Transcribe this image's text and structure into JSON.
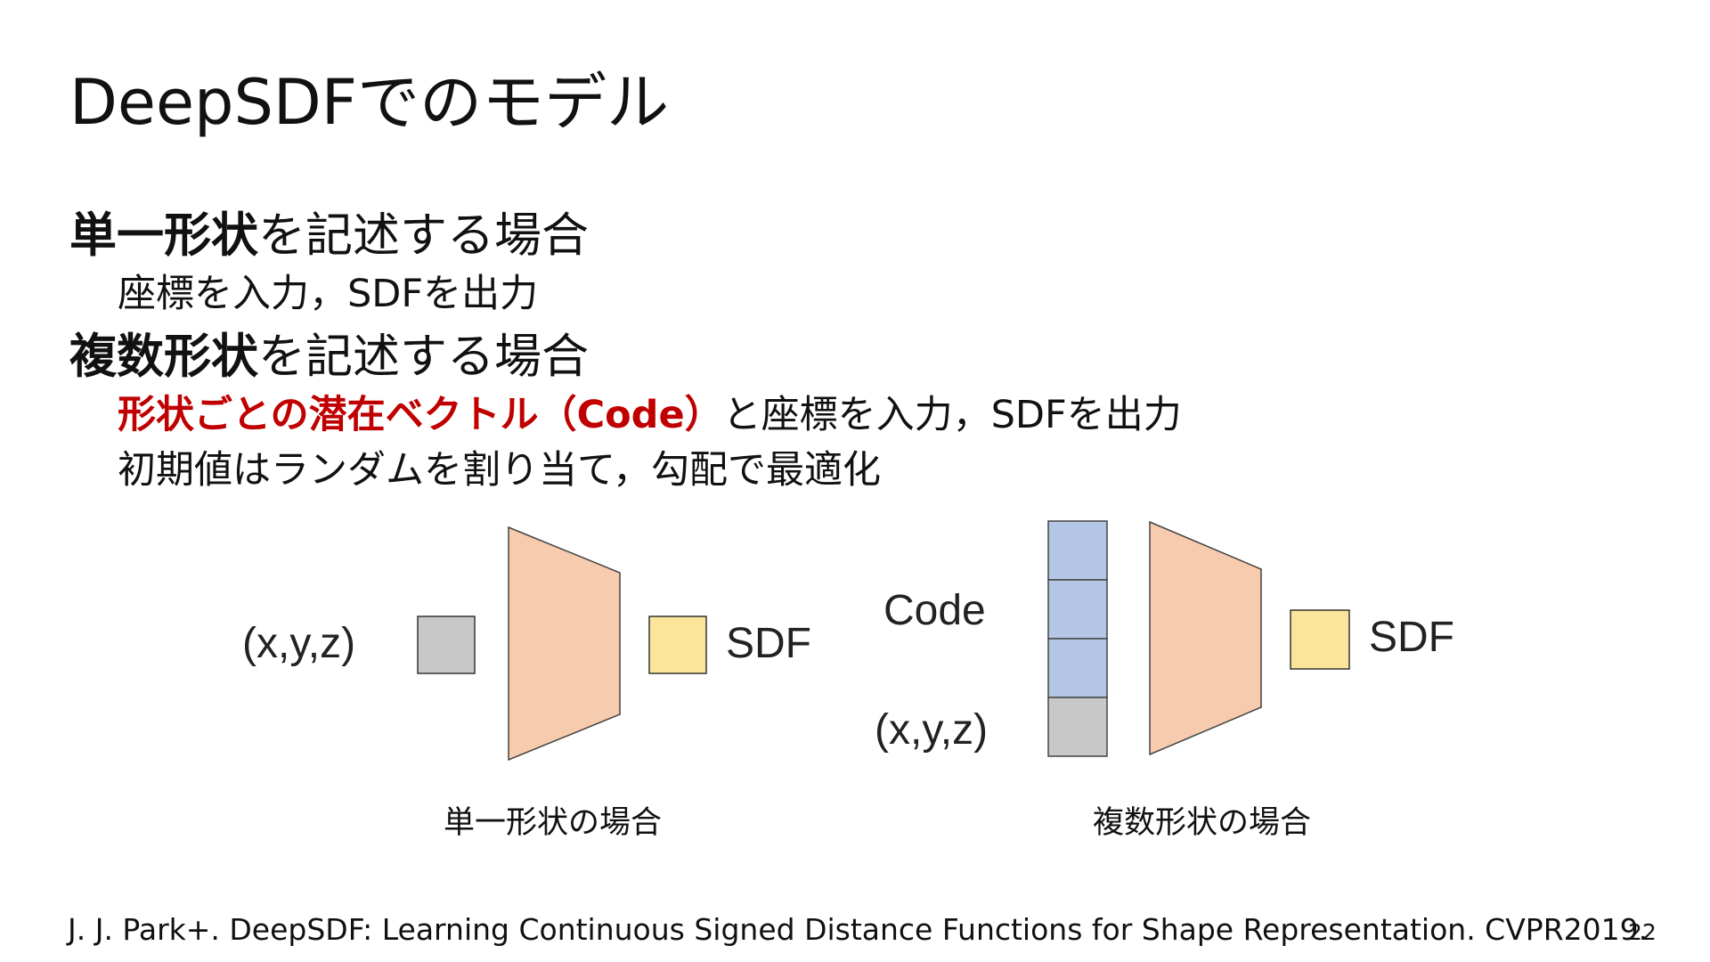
{
  "title": "DeepSDFでのモデル",
  "bullets": {
    "single": {
      "bold": "単一形状",
      "rest": "を記述する場合"
    },
    "single_sub": "座標を入力，SDFを出力",
    "multi": {
      "bold": "複数形状",
      "rest": "を記述する場合"
    },
    "multi_sub1": {
      "highlight": "形状ごとの潜在ベクトル（Code）",
      "rest": "と座標を入力，SDFを出力"
    },
    "multi_sub2": "初期値はランダムを割り当て，勾配で最適化"
  },
  "diagram_single": {
    "input_label": "(x,y,z)",
    "output_label": "SDF",
    "caption": "単一形状の場合"
  },
  "diagram_multi": {
    "code_label": "Code",
    "input_label": "(x,y,z)",
    "output_label": "SDF",
    "caption": "複数形状の場合"
  },
  "colors": {
    "network": "#f7cbad",
    "input_box": "#c8c8c8",
    "output_box": "#fbe59a",
    "code_box": "#b4c7e7",
    "highlight": "#c00000"
  },
  "citation": "J. J. Park+. DeepSDF: Learning Continuous Signed Distance Functions for Shape Representation. CVPR2019.",
  "page_number": "22"
}
